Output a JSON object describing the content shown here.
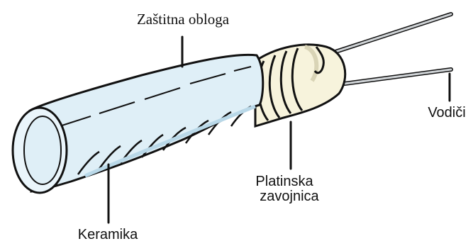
{
  "labels": {
    "protective_cover": "Zaštitna obloga",
    "wires": "Vodiči",
    "platinum_coil_line1": "Platinska",
    "platinum_coil_line2": "zavojnica",
    "ceramic": "Keramika"
  },
  "colors": {
    "outline": "#111111",
    "sheath": "#dfeff7",
    "sheath_shade": "#b9d8e8",
    "ceramic": "#f7f3dc",
    "ceramic_shade": "#d9d4b6",
    "wire": "#cfd3d6"
  }
}
